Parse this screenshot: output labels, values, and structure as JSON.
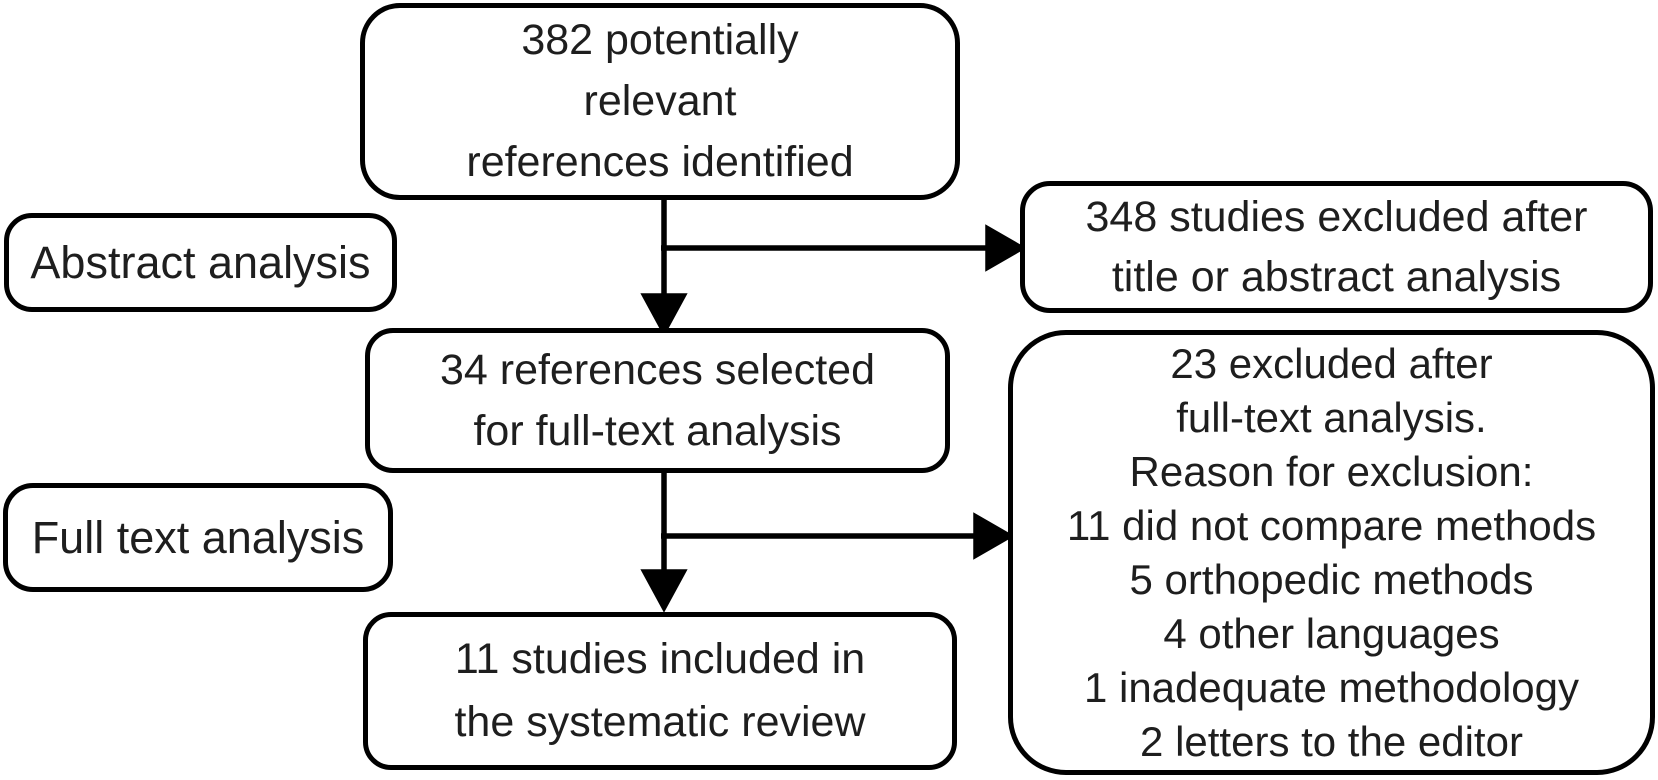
{
  "flowchart": {
    "boxes": {
      "identified": {
        "lines": [
          "382 potentially",
          "relevant",
          "references identified"
        ]
      },
      "abstract_stage": {
        "label": "Abstract analysis"
      },
      "excluded_abstract": {
        "lines": [
          "348 studies excluded after",
          "title or abstract analysis"
        ]
      },
      "selected": {
        "lines": [
          "34 references selected",
          "for full-text analysis"
        ]
      },
      "fulltext_stage": {
        "label": "Full text analysis"
      },
      "excluded_fulltext": {
        "lines": [
          "23 excluded after",
          "full-text analysis.",
          "Reason for exclusion:",
          "11 did not compare methods",
          "5 orthopedic methods",
          "4 other languages",
          "1 inadequate methodology",
          "2 letters to the editor"
        ]
      },
      "included": {
        "lines": [
          "11 studies included in",
          "the systematic review"
        ]
      }
    },
    "colors": {
      "line": "#000000",
      "text": "#1e1e1e",
      "background": "#ffffff"
    }
  }
}
